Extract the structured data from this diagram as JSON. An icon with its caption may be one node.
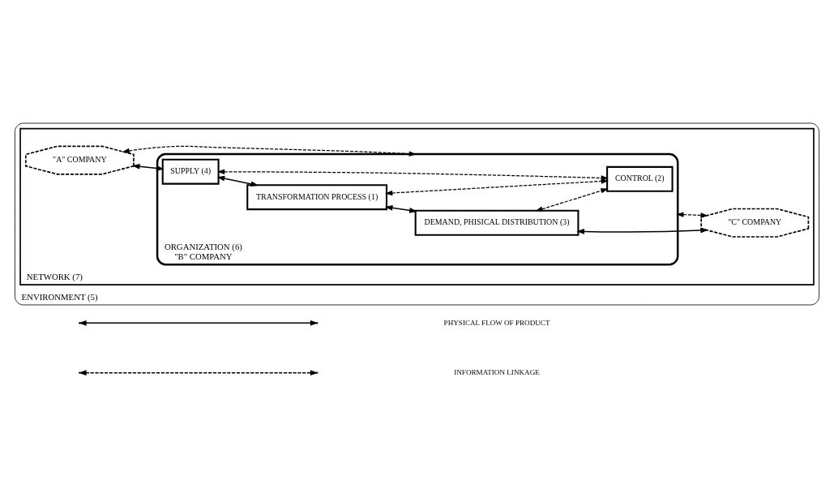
{
  "diagram": {
    "nodes": [
      {
        "text": [
          "ENVIRONMENT (5)"
        ]
      },
      {
        "text": [
          "NETWORK (7)"
        ],
        "in": 0
      },
      {
        "text": [
          "\"A\" COMPANY"
        ],
        "in": 1
      },
      {
        "text": [
          "ORGANIZATION (6)",
          "\"B\" COMPANY"
        ],
        "in": 1
      },
      {
        "text": [
          "SUPPLY (4)"
        ],
        "in": 3
      },
      {
        "text": [
          "TRANSFORMATION PROCESS (1)"
        ],
        "in": 3
      },
      {
        "text": [
          "DEMAND, PHISICAL DISTRIBUTION (3)"
        ],
        "in": 3
      },
      {
        "text": [
          "CONTROL (2)"
        ],
        "in": 3
      },
      {
        "text": [
          "\"C\" COMPANY"
        ],
        "in": 1
      }
    ],
    "edges": [
      {
        "from": 2,
        "to": 4,
        "arrow": "both"
      },
      {
        "from": 4,
        "to": 5,
        "arrow": "both"
      },
      {
        "from": 5,
        "to": 6,
        "arrow": "both"
      },
      {
        "from": 6,
        "to": 8,
        "arrow": "both"
      },
      {
        "from": 2,
        "to": 3,
        "arrow": "both",
        "style": "dashed"
      },
      {
        "from": 4,
        "to": 7,
        "arrow": "both",
        "style": "dashed"
      },
      {
        "from": 5,
        "to": 7,
        "arrow": "both",
        "style": "dashed"
      },
      {
        "from": 6,
        "to": 7,
        "arrow": "both",
        "style": "dashed"
      },
      {
        "from": 3,
        "to": 8,
        "arrow": "both",
        "style": "dashed"
      }
    ],
    "legend": [
      {
        "text": "PHYSICAL FLOW OF PRODUCT"
      },
      {
        "text": "INFORMATION LINKAGE"
      }
    ]
  }
}
